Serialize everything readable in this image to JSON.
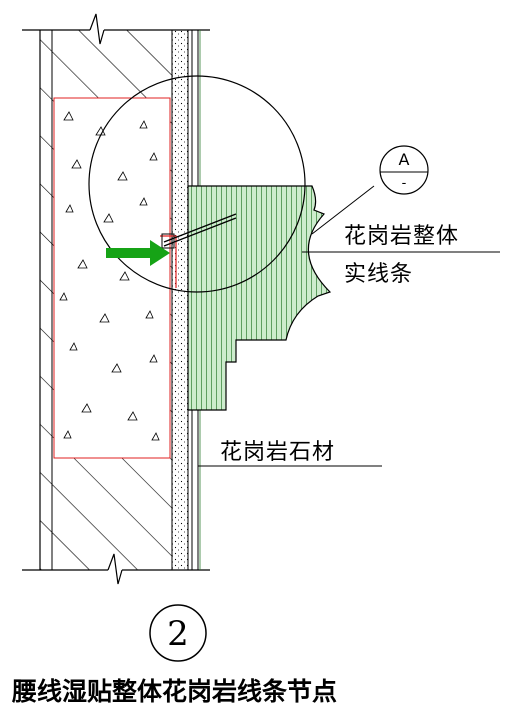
{
  "labels": {
    "integral_line_part1": "花岗岩整体",
    "integral_line_part2": "实线条",
    "stone": "花岗岩石材",
    "section_letter": "A",
    "section_sub": "-",
    "detail_number": "2",
    "caption": "腰线湿贴整体花岗岩线条节点"
  },
  "colors": {
    "line": "#000000",
    "granite_fill": "#c8ecc8",
    "granite_hatch": "#2e7d32",
    "arrow": "#16a316",
    "red_outline": "#e02020"
  }
}
